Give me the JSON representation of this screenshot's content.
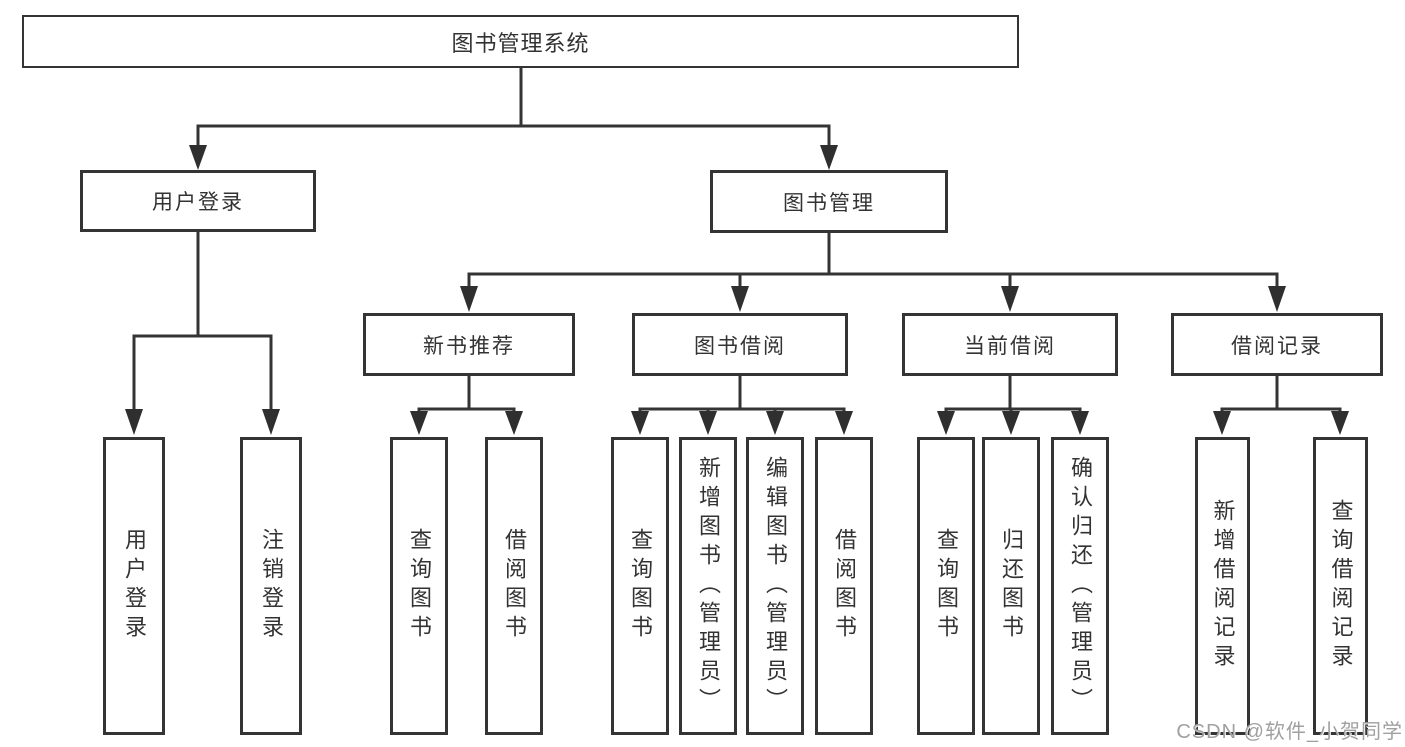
{
  "tree": {
    "root": {
      "label": "图书管理系统",
      "children": [
        {
          "label": "用户登录",
          "children": [
            {
              "label": "用户登录"
            },
            {
              "label": "注销登录"
            }
          ]
        },
        {
          "label": "图书管理",
          "children": [
            {
              "label": "新书推荐",
              "children": [
                {
                  "label": "查询图书"
                },
                {
                  "label": "借阅图书"
                }
              ]
            },
            {
              "label": "图书借阅",
              "children": [
                {
                  "label": "查询图书"
                },
                {
                  "label": "新增图书（管理员）"
                },
                {
                  "label": "编辑图书（管理员）"
                },
                {
                  "label": "借阅图书"
                }
              ]
            },
            {
              "label": "当前借阅",
              "children": [
                {
                  "label": "查询图书"
                },
                {
                  "label": "归还图书"
                },
                {
                  "label": "确认归还（管理员）"
                }
              ]
            },
            {
              "label": "借阅记录",
              "children": [
                {
                  "label": "新增借阅记录"
                },
                {
                  "label": "查询借阅记录"
                }
              ]
            }
          ]
        }
      ]
    }
  },
  "watermark": {
    "text": "CSDN @软件_小贺同学",
    "color": "#a0a0a0"
  },
  "colors": {
    "line": "#343434",
    "box_border": "#343434",
    "text": "#333333",
    "background": "#ffffff"
  }
}
